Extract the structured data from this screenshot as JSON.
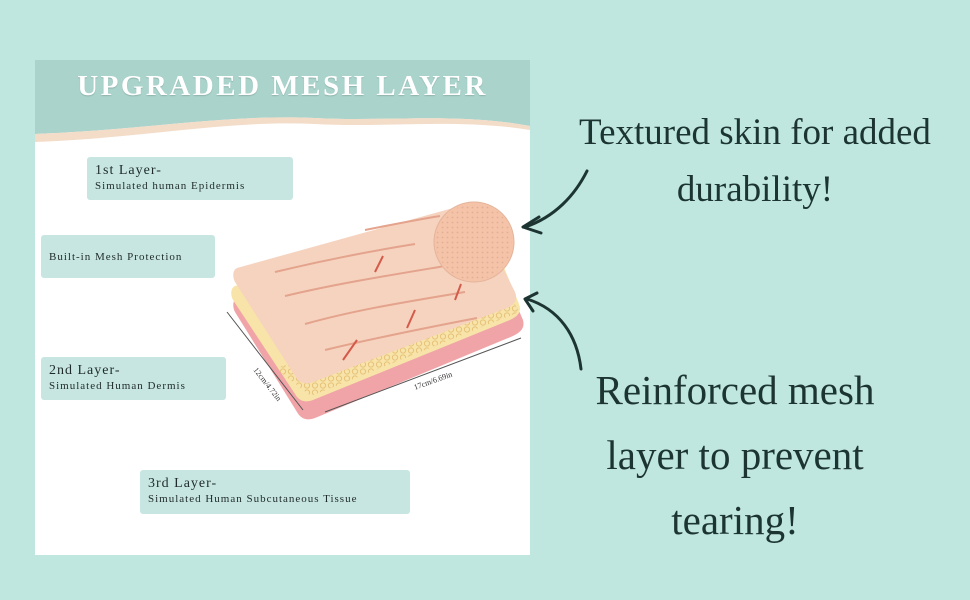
{
  "banner": {
    "title": "UPGRADED MESH LAYER"
  },
  "labels": {
    "first_layer": {
      "title": "1st Layer-",
      "subtitle": "Simulated human Epidermis"
    },
    "mesh": {
      "title": "Built-in Mesh Protection"
    },
    "second_layer": {
      "title": "2nd Layer-",
      "subtitle": "Simulated Human Dermis"
    },
    "third_layer": {
      "title": "3rd Layer-",
      "subtitle": "Simulated Human Subcutaneous Tissue"
    }
  },
  "dimensions": {
    "width": "12cm/4.72in",
    "length": "17cm/6.69in"
  },
  "callouts": {
    "textured": {
      "line1": "Textured skin for added",
      "line2": "durability!"
    },
    "mesh": {
      "line1": "Reinforced mesh",
      "line2": "layer to prevent",
      "line3": "tearing!"
    }
  },
  "colors": {
    "background": "#bfe7e0",
    "banner": "#a9d3cb",
    "label": "#c8e6e1",
    "skin": "#f6d3bf",
    "mesh": "#f8e3a8",
    "dermis": "#f0a4a8",
    "text": "#1d3532"
  }
}
